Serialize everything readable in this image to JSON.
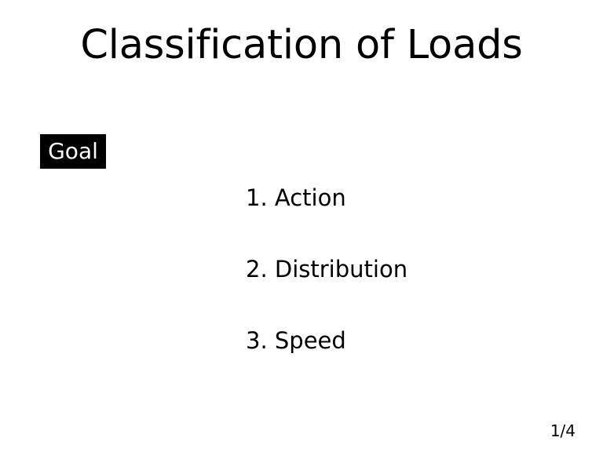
{
  "slide": {
    "title": "Classification of Loads",
    "tag": {
      "label": "Goal",
      "background_color": "#000000",
      "text_color": "#ffffff"
    },
    "items": [
      {
        "number": "1.",
        "label": "Action",
        "text": "1. Action"
      },
      {
        "number": "2.",
        "label": "Distribution",
        "text": "2. Distribution"
      },
      {
        "number": "3.",
        "label": "Speed",
        "text": "3. Speed"
      }
    ],
    "page_indicator": "1/4",
    "background_color": "#ffffff",
    "text_color": "#000000"
  }
}
